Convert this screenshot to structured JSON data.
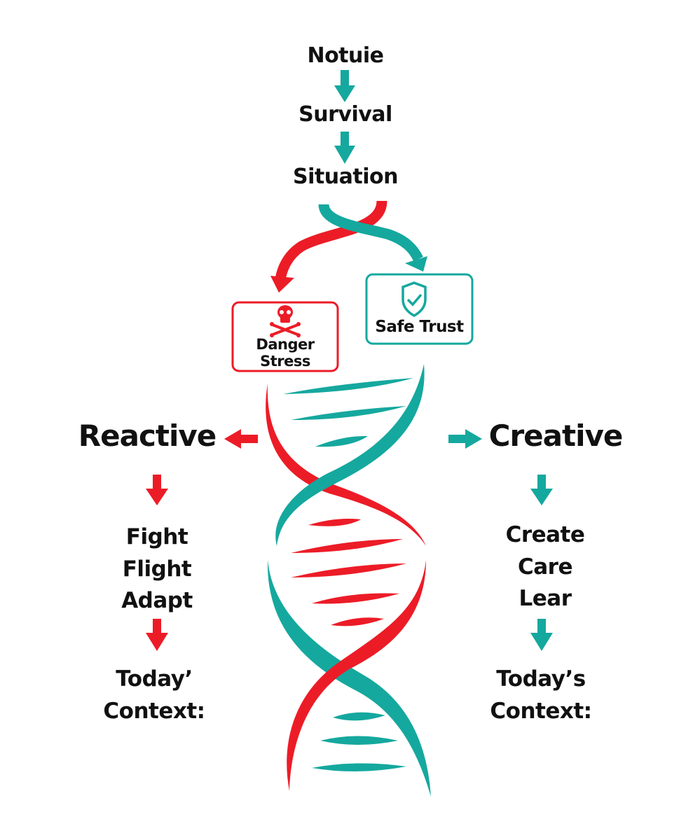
{
  "colors": {
    "teal": "#15A89E",
    "red": "#EC1C27",
    "text": "#111111",
    "background": "#FFFFFF"
  },
  "flow": {
    "steps": [
      "Notuie",
      "Survival",
      "Situation"
    ],
    "arrow_color": "teal"
  },
  "branches": {
    "danger": {
      "label_line1": "Danger",
      "label_line2": "Stress",
      "icon": "skull-crossbones-icon",
      "color": "red"
    },
    "safe": {
      "label": "Safe Trust",
      "icon": "shield-check-icon",
      "color": "teal"
    }
  },
  "left": {
    "heading": "Reactive",
    "items": [
      "Fight",
      "Flight",
      "Adapt"
    ],
    "context_line1": "Today’",
    "context_line2": "Context:",
    "color": "red"
  },
  "right": {
    "heading": "Creative",
    "items": [
      "Create",
      "Care",
      "Lear"
    ],
    "context_line1": "Today’s",
    "context_line2": "Context:",
    "color": "teal"
  },
  "center_graphic": "dna-double-helix-icon"
}
